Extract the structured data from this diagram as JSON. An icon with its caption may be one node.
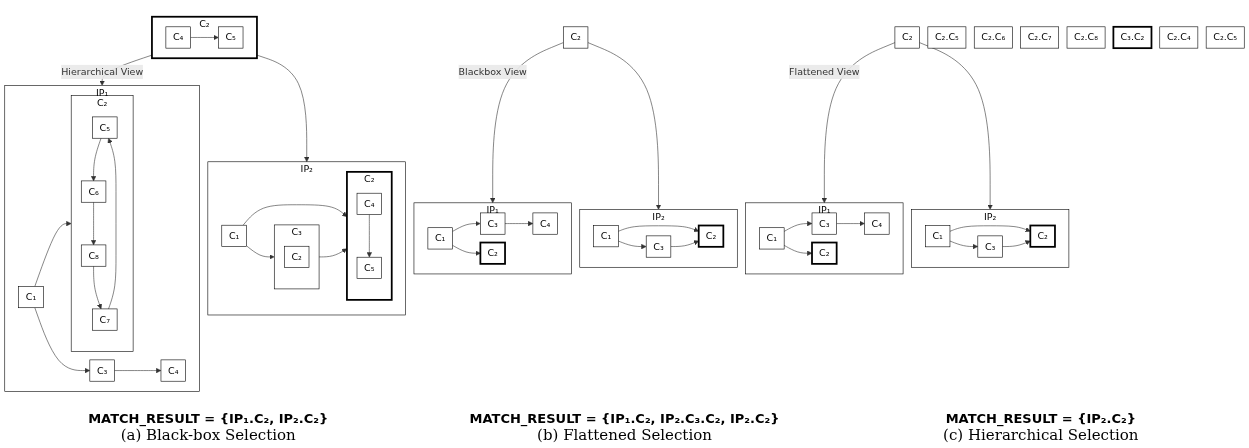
{
  "diagram": {
    "nodes": [
      {
        "text": [
          "C₂"
        ]
      },
      {
        "text": [
          "IP₁"
        ]
      },
      {
        "text": [
          "C₁"
        ],
        "in": 1
      },
      {
        "text": [
          "C₃"
        ],
        "in": 1
      },
      {
        "text": [
          "C₂"
        ],
        "in": 1
      },
      {
        "text": [
          "C₄"
        ],
        "in": 1
      },
      {
        "text": [
          "IP₂"
        ]
      },
      {
        "text": [
          "C₁"
        ],
        "in": 6
      },
      {
        "text": [
          "C₃"
        ],
        "in": 6
      },
      {
        "text": [
          "C₂"
        ],
        "in": 6
      },
      {
        "text": [
          "C₂"
        ]
      },
      {
        "text": [
          "IP₁"
        ]
      },
      {
        "text": [
          "C₁"
        ],
        "in": 11
      },
      {
        "text": [
          "C₃"
        ],
        "in": 11
      },
      {
        "text": [
          "C₂"
        ],
        "in": 11
      },
      {
        "text": [
          "C₄"
        ],
        "in": 11
      },
      {
        "text": [
          "IP₂"
        ]
      },
      {
        "text": [
          "C₁"
        ],
        "in": 16
      },
      {
        "text": [
          "C₃"
        ],
        "in": 16
      },
      {
        "text": [
          "C₂"
        ],
        "in": 16
      },
      {
        "text": [
          "C₂.C₅"
        ]
      },
      {
        "text": [
          "C₂.C₆"
        ]
      },
      {
        "text": [
          "C₂.C₇"
        ]
      },
      {
        "text": [
          "C₂.C₈"
        ]
      },
      {
        "text": [
          "C₃.C₂"
        ]
      },
      {
        "text": [
          "C₂.C₄"
        ]
      },
      {
        "text": [
          "C₂.C₅"
        ]
      },
      {
        "text": [
          "C₂"
        ]
      },
      {
        "text": [
          "C₄"
        ],
        "in": 27
      },
      {
        "text": [
          "C₅"
        ],
        "in": 27
      },
      {
        "text": [
          "IP₁"
        ]
      },
      {
        "text": [
          "C₁"
        ],
        "in": 30
      },
      {
        "text": [
          "C₃"
        ],
        "in": 30
      },
      {
        "text": [
          "C₂"
        ],
        "in": 30
      },
      {
        "text": [
          "C₅"
        ],
        "in": 33
      },
      {
        "text": [
          "C₆"
        ],
        "in": 33
      },
      {
        "text": [
          "C₇"
        ],
        "in": 33
      },
      {
        "text": [
          "C₈"
        ],
        "in": 33
      },
      {
        "text": [
          "C₄"
        ],
        "in": 30
      },
      {
        "text": [
          "IP₂"
        ]
      },
      {
        "text": [
          "C₁"
        ],
        "in": 39
      },
      {
        "text": [
          "C₃"
        ],
        "in": 39
      },
      {
        "text": [
          "C₂"
        ],
        "in": 41
      },
      {
        "text": [
          "C₂"
        ],
        "in": 39
      },
      {
        "text": [
          "C₄"
        ],
        "in": 43
      },
      {
        "text": [
          "C₅"
        ],
        "in": 43
      }
    ],
    "edges": [
      {
        "from": 0,
        "to": 1,
        "arrow": "to",
        "label": "Blackbox View"
      },
      {
        "from": 0,
        "to": 6,
        "arrow": "to"
      },
      {
        "from": 2,
        "to": 3,
        "arrow": "to"
      },
      {
        "from": 2,
        "to": 4,
        "arrow": "to"
      },
      {
        "from": 3,
        "to": 5,
        "arrow": "to"
      },
      {
        "from": 7,
        "to": 8,
        "arrow": "to"
      },
      {
        "from": 7,
        "to": 9,
        "arrow": "to"
      },
      {
        "from": 8,
        "to": 9,
        "arrow": "to"
      },
      {
        "from": 10,
        "to": 11,
        "arrow": "to",
        "label": "Flattened View"
      },
      {
        "from": 10,
        "to": 16,
        "arrow": "to"
      },
      {
        "from": 12,
        "to": 13,
        "arrow": "to"
      },
      {
        "from": 12,
        "to": 14,
        "arrow": "to"
      },
      {
        "from": 13,
        "to": 15,
        "arrow": "to"
      },
      {
        "from": 17,
        "to": 18,
        "arrow": "to"
      },
      {
        "from": 17,
        "to": 19,
        "arrow": "to"
      },
      {
        "from": 18,
        "to": 19,
        "arrow": "to"
      },
      {
        "from": 28,
        "to": 29,
        "arrow": "to"
      },
      {
        "from": 27,
        "to": 30,
        "arrow": "to",
        "label": "Hierarchical View"
      },
      {
        "from": 27,
        "to": 39,
        "arrow": "to"
      },
      {
        "from": 31,
        "to": 32,
        "arrow": "to"
      },
      {
        "from": 31,
        "to": 33,
        "arrow": "to"
      },
      {
        "from": 32,
        "to": 38,
        "arrow": "to"
      },
      {
        "from": 34,
        "to": 35,
        "arrow": "to"
      },
      {
        "from": 35,
        "to": 37,
        "arrow": "to"
      },
      {
        "from": 37,
        "to": 36,
        "arrow": "to"
      },
      {
        "from": 36,
        "to": 34,
        "arrow": "to"
      },
      {
        "from": 40,
        "to": 41,
        "arrow": "to"
      },
      {
        "from": 40,
        "to": 43,
        "arrow": "to"
      },
      {
        "from": 41,
        "to": 43,
        "arrow": "to"
      },
      {
        "from": 44,
        "to": 45,
        "arrow": "to"
      }
    ],
    "labels": [
      "MATCH_RESULT = {IP₁.C₂, IP₂.C₂}",
      "MATCH_RESULT = {IP₁.C₂, IP₂.C₃.C₂, IP₂.C₂}",
      "MATCH_RESULT = {IP₂.C₂}",
      "(a) Black-box Selection",
      "(b) Flattened Selection",
      "(c) Hierarchical Selection"
    ]
  }
}
